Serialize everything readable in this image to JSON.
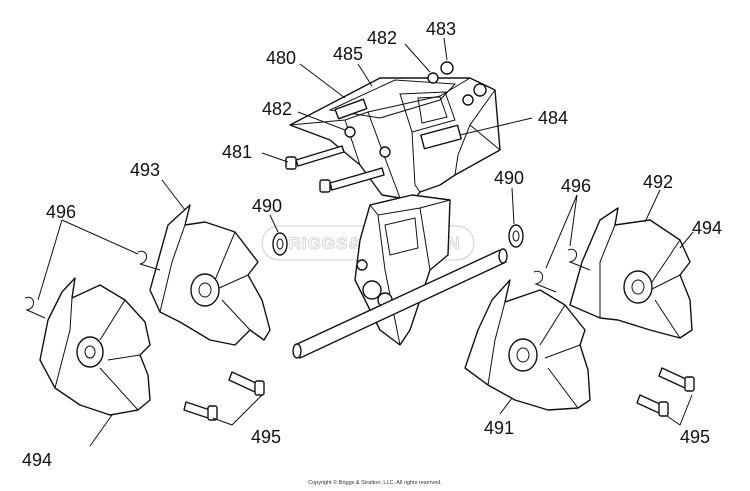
{
  "callouts": {
    "c480": "480",
    "c485": "485",
    "c482a": "482",
    "c483": "483",
    "c482b": "482",
    "c484": "484",
    "c481": "481",
    "c493": "493",
    "c490a": "490",
    "c490b": "490",
    "c496a": "496",
    "c496b": "496",
    "c492": "492",
    "c494a": "494",
    "c494b": "494",
    "c495a": "495",
    "c495b": "495",
    "c491": "491"
  },
  "watermark": "BRIGGS&STRATTON",
  "copyright": "Copyright © Briggs & Stratton, LLC. All rights reserved."
}
